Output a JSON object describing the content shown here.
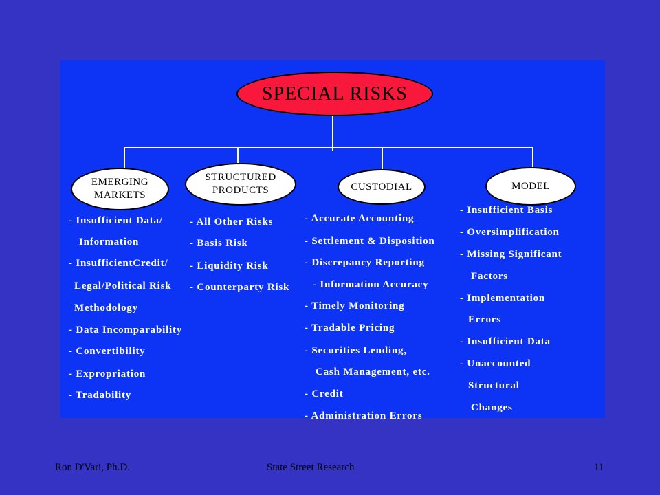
{
  "title": "SPECIAL RISKS",
  "categories": [
    {
      "id": "emerging",
      "label": "EMERGING\nMARKETS",
      "items": [
        "- Insufficient Data/",
        "Information",
        "- InsufficientCredit/",
        "Legal/Political Risk",
        "Methodology",
        "- Data Incomparability",
        "- Convertibility",
        "- Expropriation",
        "- Tradability"
      ]
    },
    {
      "id": "structured",
      "label": "STRUCTURED\nPRODUCTS",
      "items": [
        "- All Other Risks",
        "- Basis Risk",
        "- Liquidity Risk",
        "- Counterparty Risk"
      ]
    },
    {
      "id": "custodial",
      "label": "CUSTODIAL",
      "items": [
        "- Accurate Accounting",
        "- Settlement & Disposition",
        "- Discrepancy Reporting",
        "- Information Accuracy",
        "- Timely Monitoring",
        "- Tradable Pricing",
        "-  Securities Lending,",
        "Cash Management, etc.",
        "- Credit",
        "- Administration Errors"
      ]
    },
    {
      "id": "model",
      "label": "MODEL",
      "items": [
        "- Insufficient Basis",
        "- Oversimplification",
        "- Missing Significant",
        "Factors",
        "- Implementation",
        "Errors",
        "- Insufficient Data",
        "- Unaccounted",
        "Structural",
        "Changes"
      ]
    }
  ],
  "footer": {
    "author": "Ron D'Vari, Ph.D.",
    "organization": "State Street Research",
    "page_number": "11"
  },
  "colors": {
    "background": "#3433c4",
    "panel": "#0d33f5",
    "title_fill": "#f7183b",
    "category_fill": "#ffffff",
    "item_text": "#ffffff"
  }
}
